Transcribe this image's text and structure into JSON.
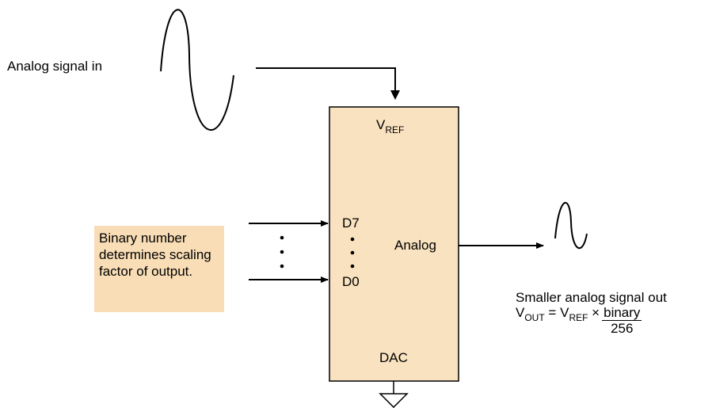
{
  "input_signal": {
    "label": "Analog signal in"
  },
  "dac": {
    "vref_main": "V",
    "vref_sub": "REF",
    "d7": "D7",
    "d0": "D0",
    "analog": "Analog",
    "name": "DAC",
    "fill": "#f9e2bf"
  },
  "note": {
    "text": "Binary number determines scaling factor of output.",
    "fill": "#f8ddb6"
  },
  "output": {
    "label": "Smaller analog signal out",
    "formula": {
      "vout_main": "V",
      "vout_sub": "OUT",
      "equals": "=",
      "vref_main": "V",
      "vref_sub": "REF",
      "times": "×",
      "numerator": "binary",
      "denominator": "256"
    }
  }
}
